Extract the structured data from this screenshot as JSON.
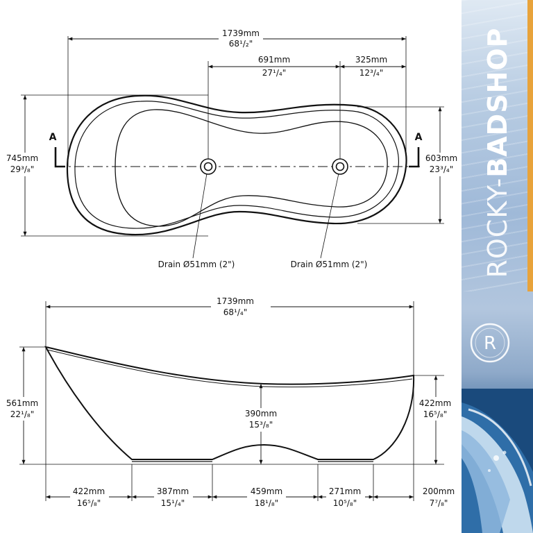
{
  "top_view": {
    "overall_length": {
      "mm": "1739mm",
      "in": "68¹/₂\""
    },
    "drain_spacing": {
      "mm": "691mm",
      "in": "27¹/₄\""
    },
    "drain_offset": {
      "mm": "325mm",
      "in": "12³/₄\""
    },
    "overall_width": {
      "mm": "745mm",
      "in": "29³/₈\""
    },
    "end_width": {
      "mm": "603mm",
      "in": "23³/₄\""
    },
    "section_marker_left": "A",
    "section_marker_right": "A",
    "drain_left_label": "Drain Ø51mm (2\")",
    "drain_right_label": "Drain Ø51mm (2\")"
  },
  "side_view": {
    "overall_length": {
      "mm": "1739mm",
      "in": "68¹/₄\""
    },
    "height_left": {
      "mm": "561mm",
      "in": "22¹/₈\""
    },
    "inner_depth": {
      "mm": "390mm",
      "in": "15³/₈\""
    },
    "height_right": {
      "mm": "422mm",
      "in": "16⁵/₈\""
    },
    "base_segments": [
      {
        "mm": "422mm",
        "in": "16⁵/₈\""
      },
      {
        "mm": "387mm",
        "in": "15¹/₄\""
      },
      {
        "mm": "459mm",
        "in": "18¹/₈\""
      },
      {
        "mm": "271mm",
        "in": "10⁵/₈\""
      },
      {
        "mm": "200mm",
        "in": "7⁷/₈\""
      }
    ]
  },
  "brand": {
    "name_light": "ROCKY-",
    "name_bold": "BADSHOP",
    "logo_letter": "R",
    "colors": {
      "banner_blue": "#9fb9d8",
      "accent": "#e8a33b",
      "deep_blue": "#123b6a"
    }
  }
}
